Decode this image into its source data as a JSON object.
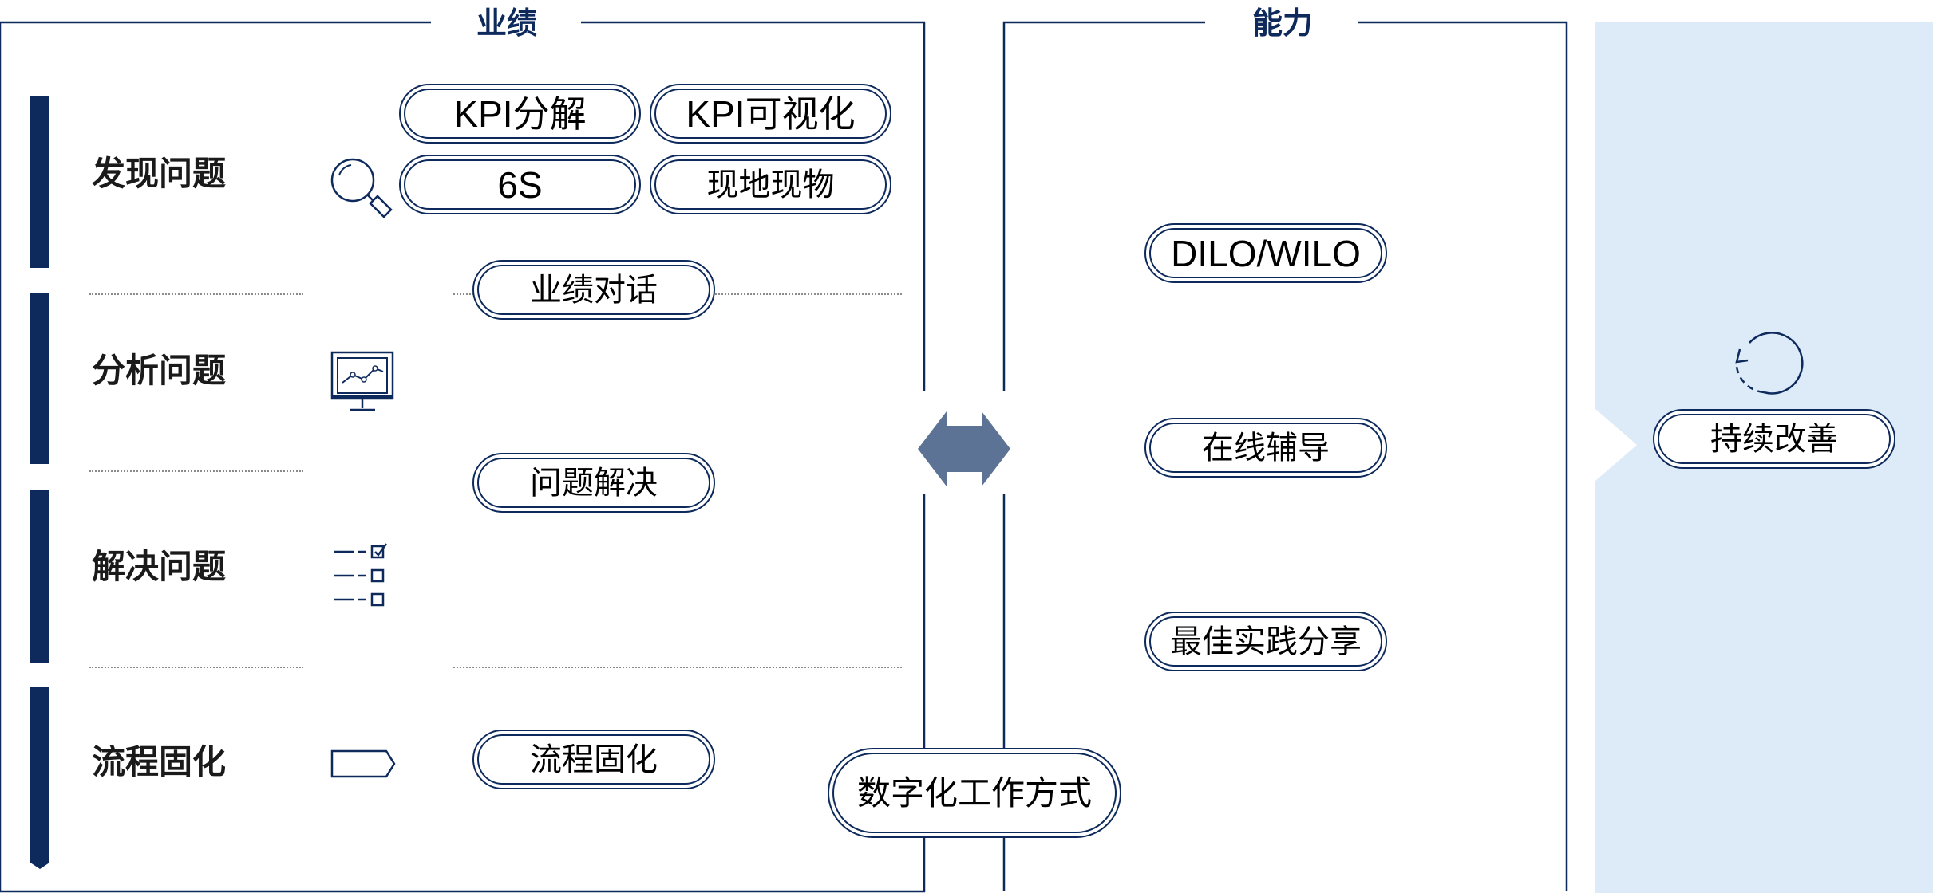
{
  "panels": {
    "performance_title": "业绩",
    "capability_title": "能力"
  },
  "steps": [
    {
      "label": "发现问题",
      "icon": "magnifier-icon"
    },
    {
      "label": "分析问题",
      "icon": "monitor-chart-icon"
    },
    {
      "label": "解决问题",
      "icon": "checklist-icon"
    },
    {
      "label": "流程固化",
      "icon": "tag-icon"
    }
  ],
  "performance_tools": {
    "kpi_breakdown": "KPI分解",
    "kpi_visualization": "KPI可视化",
    "six_s": "6S",
    "gemba": "现地现物",
    "performance_dialogue": "业绩对话",
    "problem_solving": "问题解决",
    "process_solidify": "流程固化"
  },
  "center": {
    "arrow_icon": "double-arrow-icon",
    "digital": "数字化工作方式"
  },
  "capability_tools": {
    "dilo": "DILO/WILO",
    "coaching": "在线辅导",
    "best_practice": "最佳实践分享"
  },
  "continuous": {
    "label": "持续改善",
    "icon": "cycle-arrow-icon"
  },
  "colors": {
    "navy": "#0e2a5c",
    "arrow": "#5c7396",
    "light_panel": "#ddebf8"
  }
}
